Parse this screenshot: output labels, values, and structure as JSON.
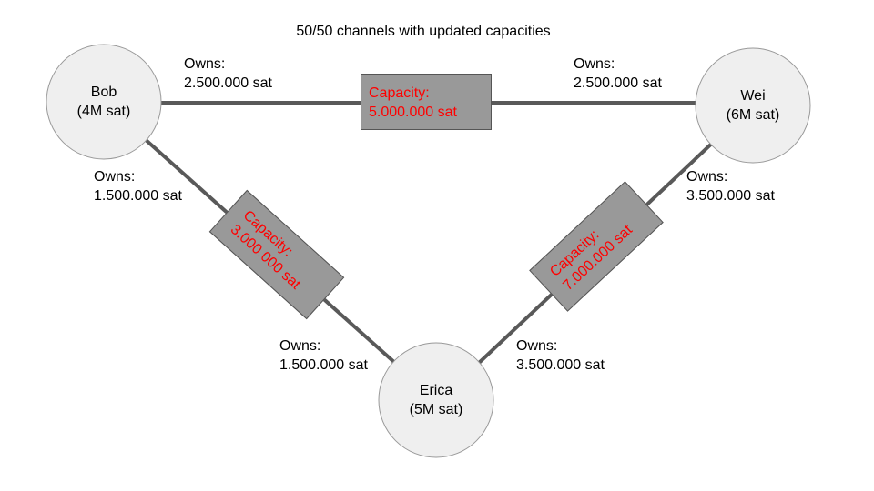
{
  "title": "50/50 channels with updated capacities",
  "colors": {
    "node_fill": "#efefef",
    "node_stroke": "#999999",
    "edge": "#595959",
    "capacity_box": "#999999",
    "capacity_text": "#ff0000"
  },
  "nodes": {
    "bob": {
      "name": "Bob",
      "balance": "(4M sat)"
    },
    "wei": {
      "name": "Wei",
      "balance": "(6M sat)"
    },
    "erica": {
      "name": "Erica",
      "balance": "(5M sat)"
    }
  },
  "channels": {
    "bob_wei": {
      "capacity_label": "Capacity:",
      "capacity_value": "5.000.000 sat",
      "left_owns_label": "Owns:",
      "left_owns_value": "2.500.000 sat",
      "right_owns_label": "Owns:",
      "right_owns_value": "2.500.000 sat"
    },
    "bob_erica": {
      "capacity_label": "Capacity:",
      "capacity_value": "3.000.000 sat",
      "top_owns_label": "Owns:",
      "top_owns_value": "1.500.000 sat",
      "bottom_owns_label": "Owns:",
      "bottom_owns_value": "1.500.000 sat"
    },
    "erica_wei": {
      "capacity_label": "Capacity:",
      "capacity_value": "7.000.000 sat",
      "top_owns_label": "Owns:",
      "top_owns_value": "3.500.000 sat",
      "bottom_owns_label": "Owns:",
      "bottom_owns_value": "3.500.000 sat"
    }
  }
}
